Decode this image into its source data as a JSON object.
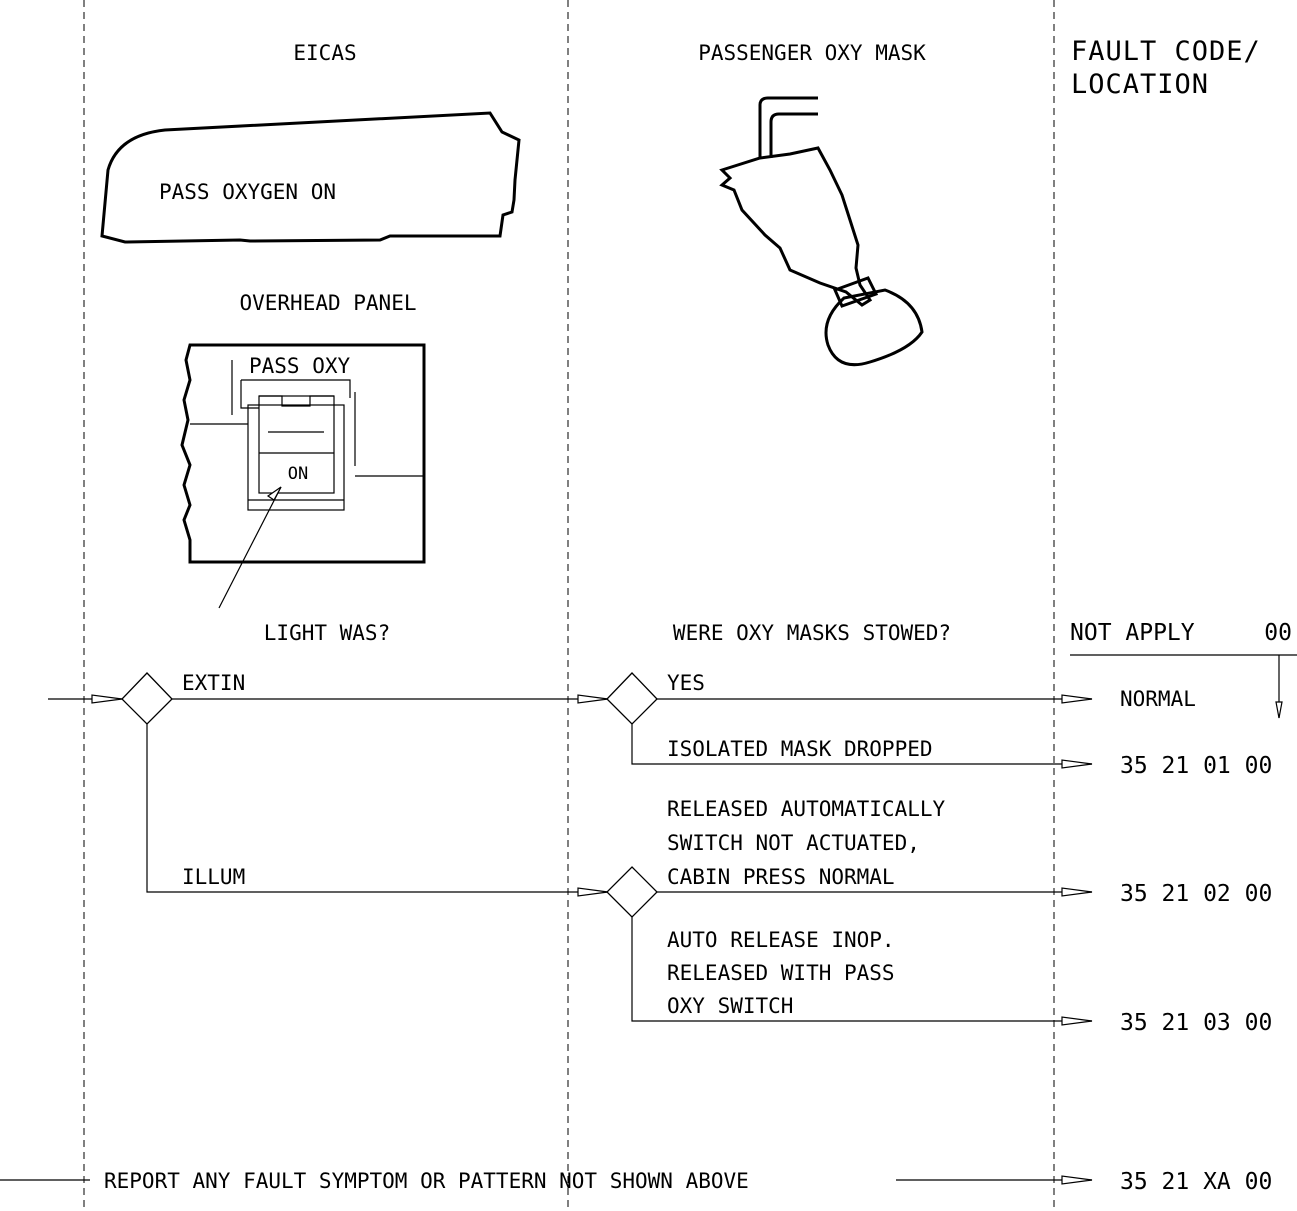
{
  "columns": {
    "eicas": "EICAS",
    "mask": "PASSENGER OXY MASK",
    "fault_code_line1": "FAULT CODE/",
    "fault_code_line2": "LOCATION"
  },
  "eicas_message": "PASS OXYGEN ON",
  "overhead_panel": {
    "title": "OVERHEAD PANEL",
    "switch_label": "PASS OXY",
    "switch_state": "ON"
  },
  "questions": {
    "light": "LIGHT WAS?",
    "masks": "WERE OXY MASKS STOWED?"
  },
  "answers": {
    "extin": "EXTIN",
    "illum": "ILLUM",
    "yes": "YES",
    "isolated": "ISOLATED MASK DROPPED",
    "released_auto": [
      "RELEASED AUTOMATICALLY",
      "SWITCH NOT ACTUATED,",
      "CABIN PRESS NORMAL"
    ],
    "auto_inop": [
      "AUTO RELEASE INOP.",
      "RELEASED WITH PASS",
      "OXY SWITCH"
    ],
    "report": "REPORT ANY FAULT SYMPTOM OR PATTERN NOT SHOWN ABOVE"
  },
  "results": {
    "not_apply": "NOT APPLY",
    "not_apply_code": "00",
    "normal": "NORMAL",
    "code1": "35 21 01 00",
    "code2": "35 21 02 00",
    "code3": "35 21 03 00",
    "code4": "35 21 XA 00"
  }
}
